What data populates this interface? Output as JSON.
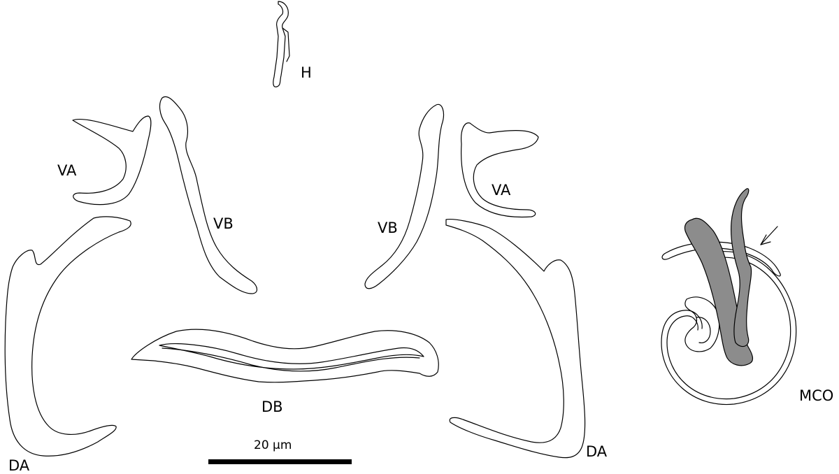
{
  "labels": {
    "h": "H",
    "va_left": "VA",
    "va_right": "VA",
    "vb_left": "VB",
    "vb_right": "VB",
    "db": "DB",
    "da_left": "DA",
    "da_right": "DA",
    "mco": "MCO"
  },
  "scale_bar": {
    "label": "20 µm"
  },
  "colors": {
    "line": "#000000",
    "shading": "#8c8c8c",
    "background": "#ffffff"
  }
}
